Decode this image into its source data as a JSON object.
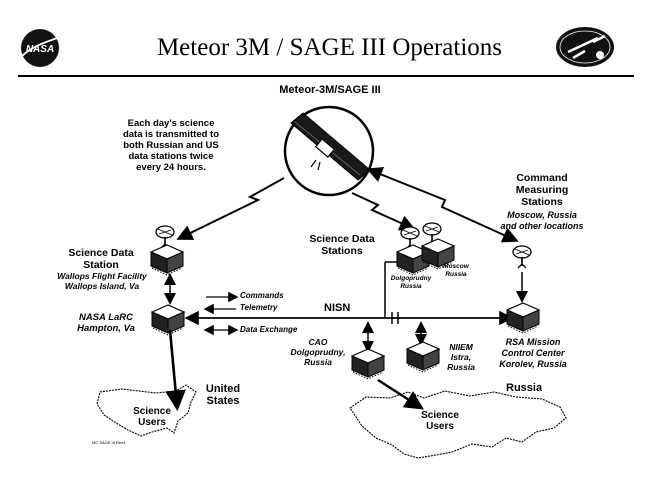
{
  "header": {
    "title": "Meteor 3M / SAGE III Operations",
    "left_logo_text": "NASA"
  },
  "satellite": {
    "label": "Meteor-3M/SAGE III"
  },
  "note": [
    "Each day's science",
    "data is transmitted to",
    "both Russian and US",
    "data stations twice",
    "every 24 hours."
  ],
  "command_stations": {
    "title": [
      "Command",
      "Measuring",
      "Stations"
    ],
    "location": [
      "Moscow, Russia",
      "and other locations"
    ]
  },
  "sds_us": {
    "title": [
      "Science Data",
      "Station"
    ],
    "location": [
      "Wallops Flight Facility",
      "Wallops Island, Va"
    ]
  },
  "sds_russia": {
    "title": [
      "Science Data",
      "Stations"
    ],
    "dolgoprudny": [
      "Dolgoprudny",
      "Russia"
    ],
    "moscow": [
      "Moscow",
      "Russia"
    ]
  },
  "larc": [
    "NASA LaRC",
    "Hampton, Va"
  ],
  "links": {
    "commands": "Commands",
    "telemetry": "Telemetry",
    "data_exchange": "Data Exchange",
    "network": "NISN"
  },
  "cao": [
    "CAO",
    "Dolgoprudny,",
    "Russia"
  ],
  "niiem": [
    "NIIEM",
    "Istra,",
    "Russia"
  ],
  "rsa": [
    "RSA Mission",
    "Control Center",
    "Korolev, Russia"
  ],
  "regions": {
    "us": [
      "United",
      "States"
    ],
    "russia": "Russia"
  },
  "users_us": [
    "Science",
    "Users"
  ],
  "users_russia": [
    "Science",
    "Users"
  ],
  "footnote": "MC SAGE III Rev4"
}
